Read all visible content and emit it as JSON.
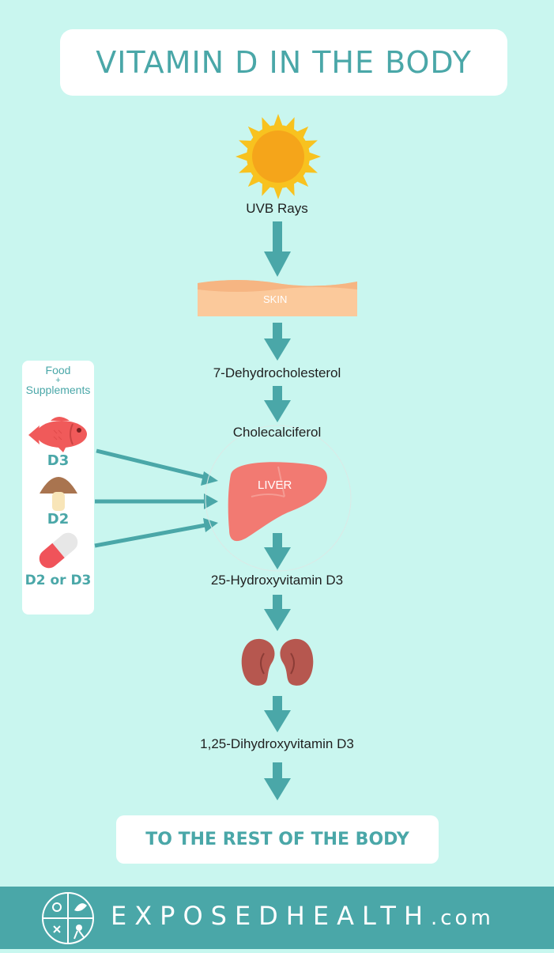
{
  "title": "VITAMIN D IN THE BODY",
  "flow": {
    "uvb": "UVB Rays",
    "skin": "SKIN",
    "step1": "7-Dehydrocholesterol",
    "step2": "Cholecalciferol",
    "liver": "LIVER",
    "step3": "25-Hydroxyvitamin D3",
    "step4": "1,25-Dihydroxyvitamin D3"
  },
  "sources": {
    "heading_line1": "Food",
    "heading_line2": "+",
    "heading_line3": "Supplements",
    "items": [
      "D3",
      "D2",
      "D2 or D3"
    ]
  },
  "bottom": "TO THE REST OF THE BODY",
  "footer": {
    "brand_part1": "EXPOSED",
    "brand_part2": "HEALTH",
    "brand_part3": ".com"
  },
  "colors": {
    "background": "#c9f6ef",
    "accent": "#4aa7a8",
    "sun": "#f5b91c",
    "skin": "#fbc99b",
    "liver": "#f27a72",
    "kidney": "#b6574f",
    "fish": "#f05a5a"
  },
  "icons": [
    "sun-icon",
    "skin-icon",
    "liver-icon",
    "kidney-icon",
    "fish-icon",
    "mushroom-icon",
    "capsule-icon",
    "logo-icon"
  ]
}
